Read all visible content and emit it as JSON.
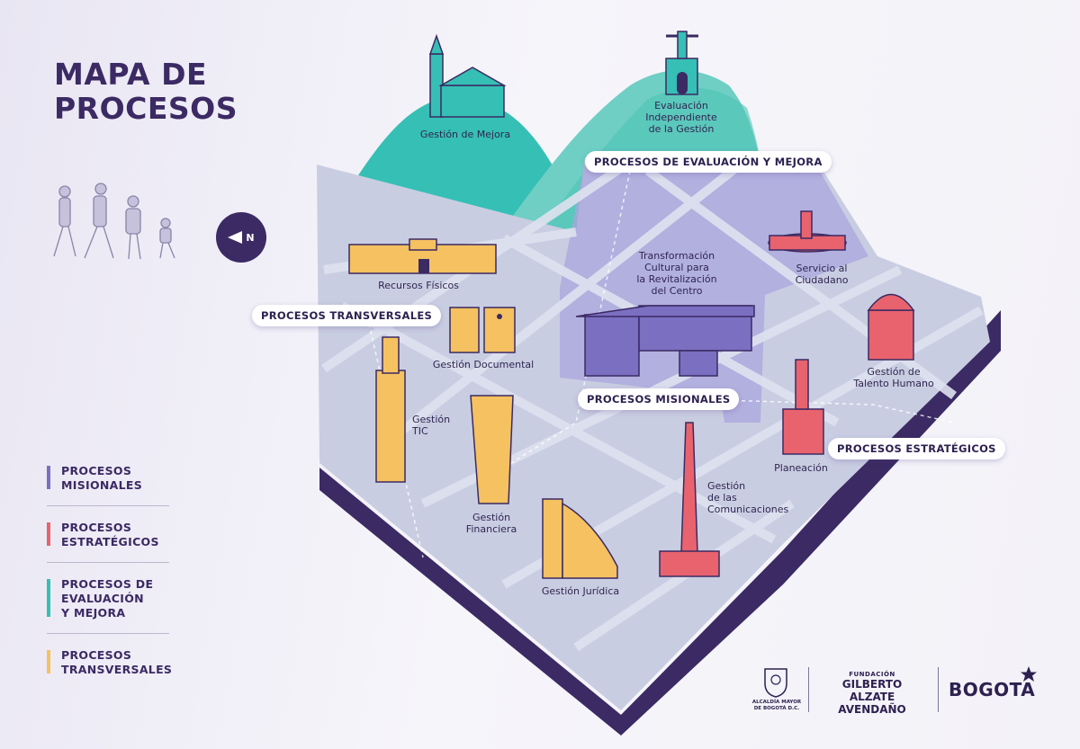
{
  "title": "MAPA DE\nPROCESOS",
  "compass_label": "N",
  "pills": {
    "evaluacion": "PROCESOS DE EVALUACIÓN Y MEJORA",
    "transversales": "PROCESOS TRANSVERSALES",
    "misionales": "PROCESOS MISIONALES",
    "estrategicos": "PROCESOS ESTRATÉGICOS"
  },
  "buildings": {
    "gestion_mejora": "Gestión de Mejora",
    "evaluacion_independiente": "Evaluación\nIndependiente\nde la Gestión",
    "recursos_fisicos": "Recursos Físicos",
    "gestion_documental": "Gestión Documental",
    "gestion_tic": "Gestión\nTIC",
    "gestion_financiera": "Gestión\nFinanciera",
    "gestion_juridica": "Gestión Jurídica",
    "transformacion": "Transformación\nCultural para\nla Revitalización\ndel Centro",
    "servicio_ciudadano": "Servicio al\nCiudadano",
    "talento_humano": "Gestión de\nTalento Humano",
    "planeacion": "Planeación",
    "comunicaciones": "Gestión\nde las\nComunicaciones"
  },
  "legend": [
    {
      "label": "PROCESOS\nMISIONALES",
      "color": "#7b6fc1"
    },
    {
      "label": "PROCESOS\nESTRATÉGICOS",
      "color": "#e8636e"
    },
    {
      "label": "PROCESOS DE\nEVALUACIÓN\nY MEJORA",
      "color": "#36bfb5"
    },
    {
      "label": "PROCESOS\nTRANSVERSALES",
      "color": "#f5c161"
    }
  ],
  "colors": {
    "misionales": "#7b6fc1",
    "estrategicos": "#e8636e",
    "evaluacion": "#36bfb5",
    "transversales": "#f5c161",
    "outline": "#3b2a63",
    "ground": "#c9cde2"
  },
  "logos": {
    "alcaldia": "ALCALDÍA MAYOR\nDE BOGOTÁ D.C.",
    "fundacion_small": "FUNDACIÓN",
    "fundacion_big": "GILBERTO ALZATE\nAVENDAÑO",
    "bogota": "BOGOTA"
  }
}
